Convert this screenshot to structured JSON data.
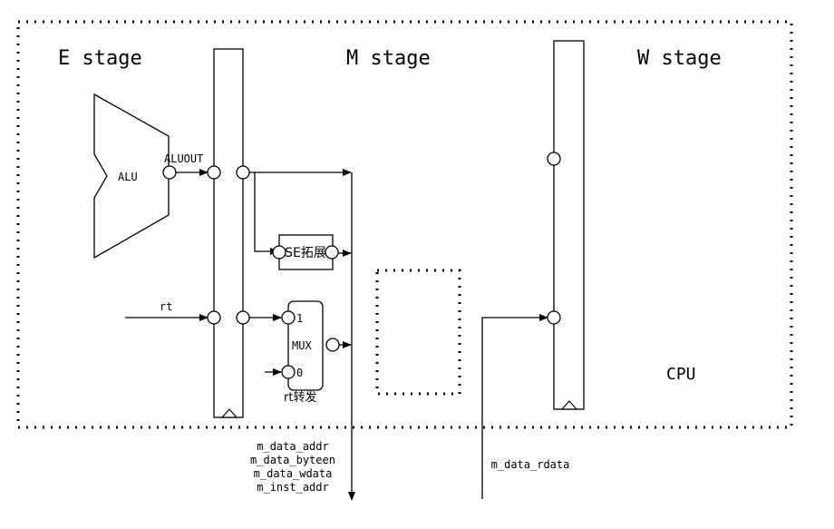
{
  "stages": {
    "e": "E stage",
    "m": "M stage",
    "w": "W stage"
  },
  "cpu_label": "CPU",
  "alu": {
    "label": "ALU",
    "output_label": "ALUOUT"
  },
  "rt_input_label": "rt",
  "se_block_label": "SE拓展",
  "mux": {
    "label": "MUX",
    "in1": "1",
    "in0": "0",
    "caption": "rt转发"
  },
  "bus_signals": [
    "m_data_addr",
    "m_data_byteen",
    "m_data_wdata",
    "m_inst_addr"
  ],
  "rdata_label": "m_data_rdata"
}
